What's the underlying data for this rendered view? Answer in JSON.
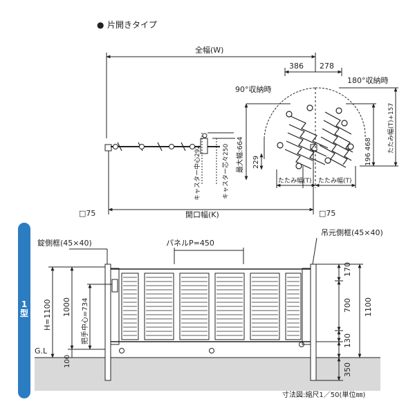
{
  "header": {
    "bullet": "●",
    "title": "片開きタイプ"
  },
  "plan": {
    "overall_width": "全幅(W)",
    "dim_386": "386",
    "dim_278": "278",
    "angle_90": "90°収納時",
    "angle_180": "180°収納時",
    "max_width": "最大幅:664",
    "dim_229": "229",
    "caster_center_292": "キャスター中心292",
    "caster_center_250": "キャスター芯々250",
    "dim_468": "468",
    "dim_196": "196",
    "fold_width_t157": "たたみ幅(T)+157",
    "fold_width_left": "たたみ幅(T)",
    "fold_width_right": "たたみ幅(T)",
    "post_left": "□75",
    "post_right": "□75",
    "opening_width": "開口幅(K)"
  },
  "elevation": {
    "type_label": "1型",
    "latch_frame": "錠側框(45×40)",
    "hinge_frame": "吊元側框(45×40)",
    "panel_pitch": "パネルP=450",
    "height": "H=1100",
    "dim_1000": "1000",
    "handle_center": "把手中心=734",
    "ground": "G.L",
    "dim_100": "100",
    "right_170": "170",
    "right_700": "700",
    "right_1100": "1100",
    "right_130": "130",
    "right_350": "350"
  },
  "footer": {
    "scale_note": "寸法図:縮尺1／50(単位㎜)"
  },
  "colors": {
    "accent": "#2c7cc1",
    "line": "#222222",
    "ground": "#d9d9d9"
  }
}
